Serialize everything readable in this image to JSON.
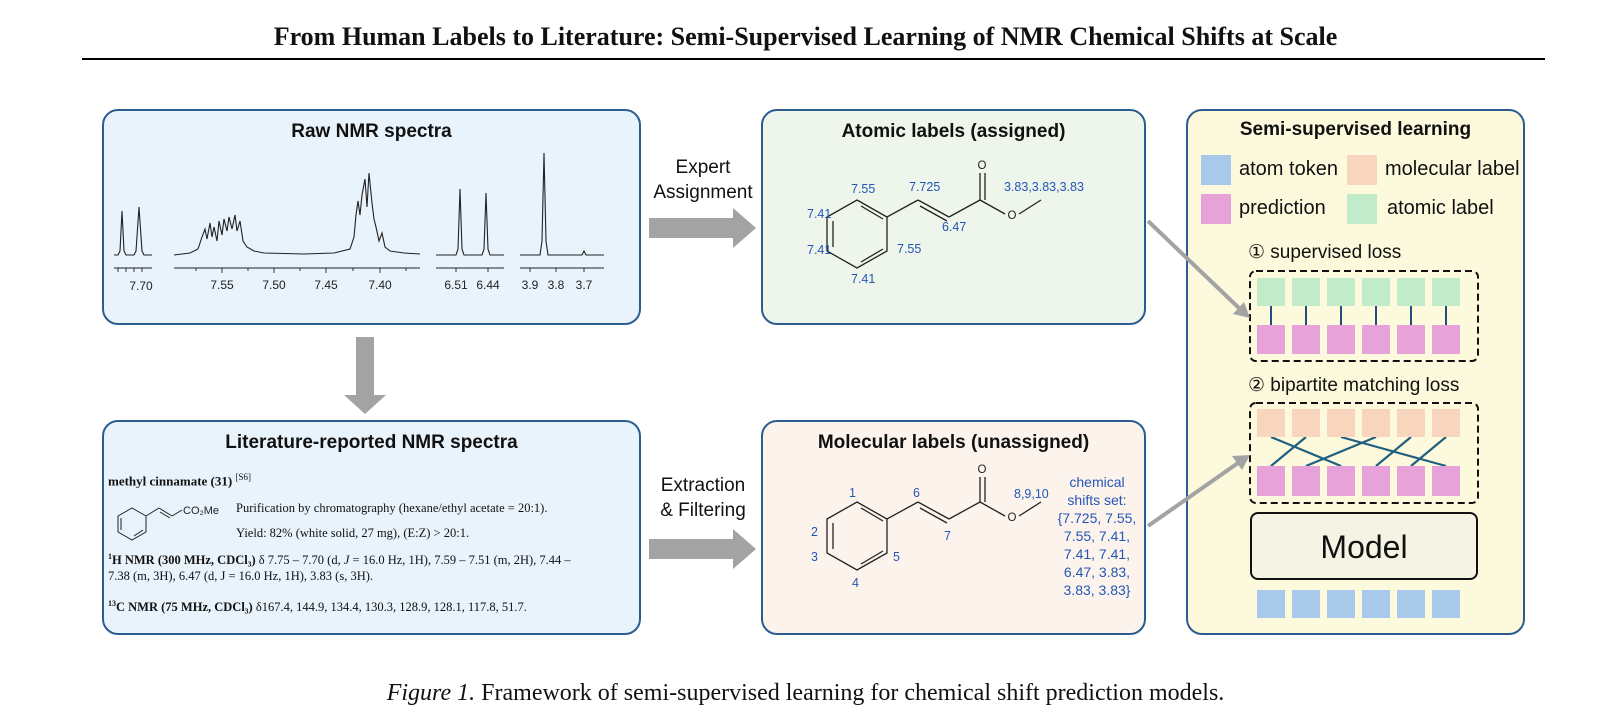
{
  "title": "From Human Labels to Literature: Semi-Supervised Learning of NMR Chemical Shifts at Scale",
  "caption": {
    "label": "Figure 1.",
    "text": "Framework of semi-supervised learning for chemical shift prediction models."
  },
  "colors": {
    "panel_border": "#2b5d8f",
    "blue_panel": "#e8f3fb",
    "green_panel": "#eef5ea",
    "peach_panel": "#fcf4ec",
    "yellow_panel": "#fcf9dc",
    "atom_token": "#a9c9ea",
    "molecular_label": "#f7d6bd",
    "prediction": "#e7a2da",
    "atomic_label": "#c2ebc9",
    "label_blue": "#2456b8"
  },
  "raw_panel": {
    "title": "Raw NMR spectra",
    "ticks": [
      "7.70",
      "7.55",
      "7.50",
      "7.45",
      "7.40",
      "6.51",
      "6.44",
      "3.9",
      "3.8",
      "3.7"
    ]
  },
  "flow": {
    "expert": [
      "Expert",
      "Assignment"
    ],
    "extraction": [
      "Extraction",
      "& Filtering"
    ]
  },
  "atomic_panel": {
    "title": "Atomic labels (assigned)",
    "labels": [
      "7.55",
      "7.725",
      "7.41",
      "7.41",
      "7.55",
      "7.41",
      "6.47",
      "3.83,3.83,3.83",
      "O",
      "O"
    ]
  },
  "lit_panel": {
    "title": "Literature-reported NMR spectra",
    "compound": "methyl cinnamate (31)",
    "ref": "[S6]",
    "substituent": "CO₂Me",
    "purification": "Purification by chromatography (hexane/ethyl acetate = 20:1).",
    "yield": "Yield: 82% (white solid, 27 mg), (E:Z) > 20:1.",
    "h_nmr_head_sup": "1",
    "h_nmr_head": "H NMR (300 MHz, CDCl₃)",
    "h_nmr_line1_a": " δ 7.75 – 7.70 (d, ",
    "h_nmr_J": "J",
    "h_nmr_line1_b": " = 16.0 Hz, 1H), 7.59 – 7.51 (m, 2H), 7.44 –",
    "h_nmr_line2": "7.38 (m, 3H), 6.47 (d, J = 16.0 Hz, 1H), 3.83 (s, 3H).",
    "c_nmr_head_sup": "13",
    "c_nmr_head": "C NMR (75 MHz, CDCl₃)",
    "c_nmr_line": " δ167.4, 144.9, 134.4, 130.3, 128.9, 128.1, 117.8, 51.7."
  },
  "mol_panel": {
    "title": "Molecular labels (unassigned)",
    "atom_numbers": [
      "1",
      "6",
      "2",
      "7",
      "3",
      "5",
      "4",
      "8,9,10",
      "O",
      "O"
    ],
    "shift_set_title": [
      "chemical",
      "shifts set:"
    ],
    "shift_set_lines": [
      "{7.725, 7.55,",
      "7.55, 7.41,",
      "7.41, 7.41,",
      "6.47, 3.83,",
      "3.83, 3.83}"
    ]
  },
  "ssl_panel": {
    "title": "Semi-supervised learning",
    "legend": [
      "atom token",
      "molecular label",
      "prediction",
      "atomic label"
    ],
    "supervised_loss": "① supervised loss",
    "bipartite_loss": "② bipartite matching loss",
    "model": "Model"
  }
}
